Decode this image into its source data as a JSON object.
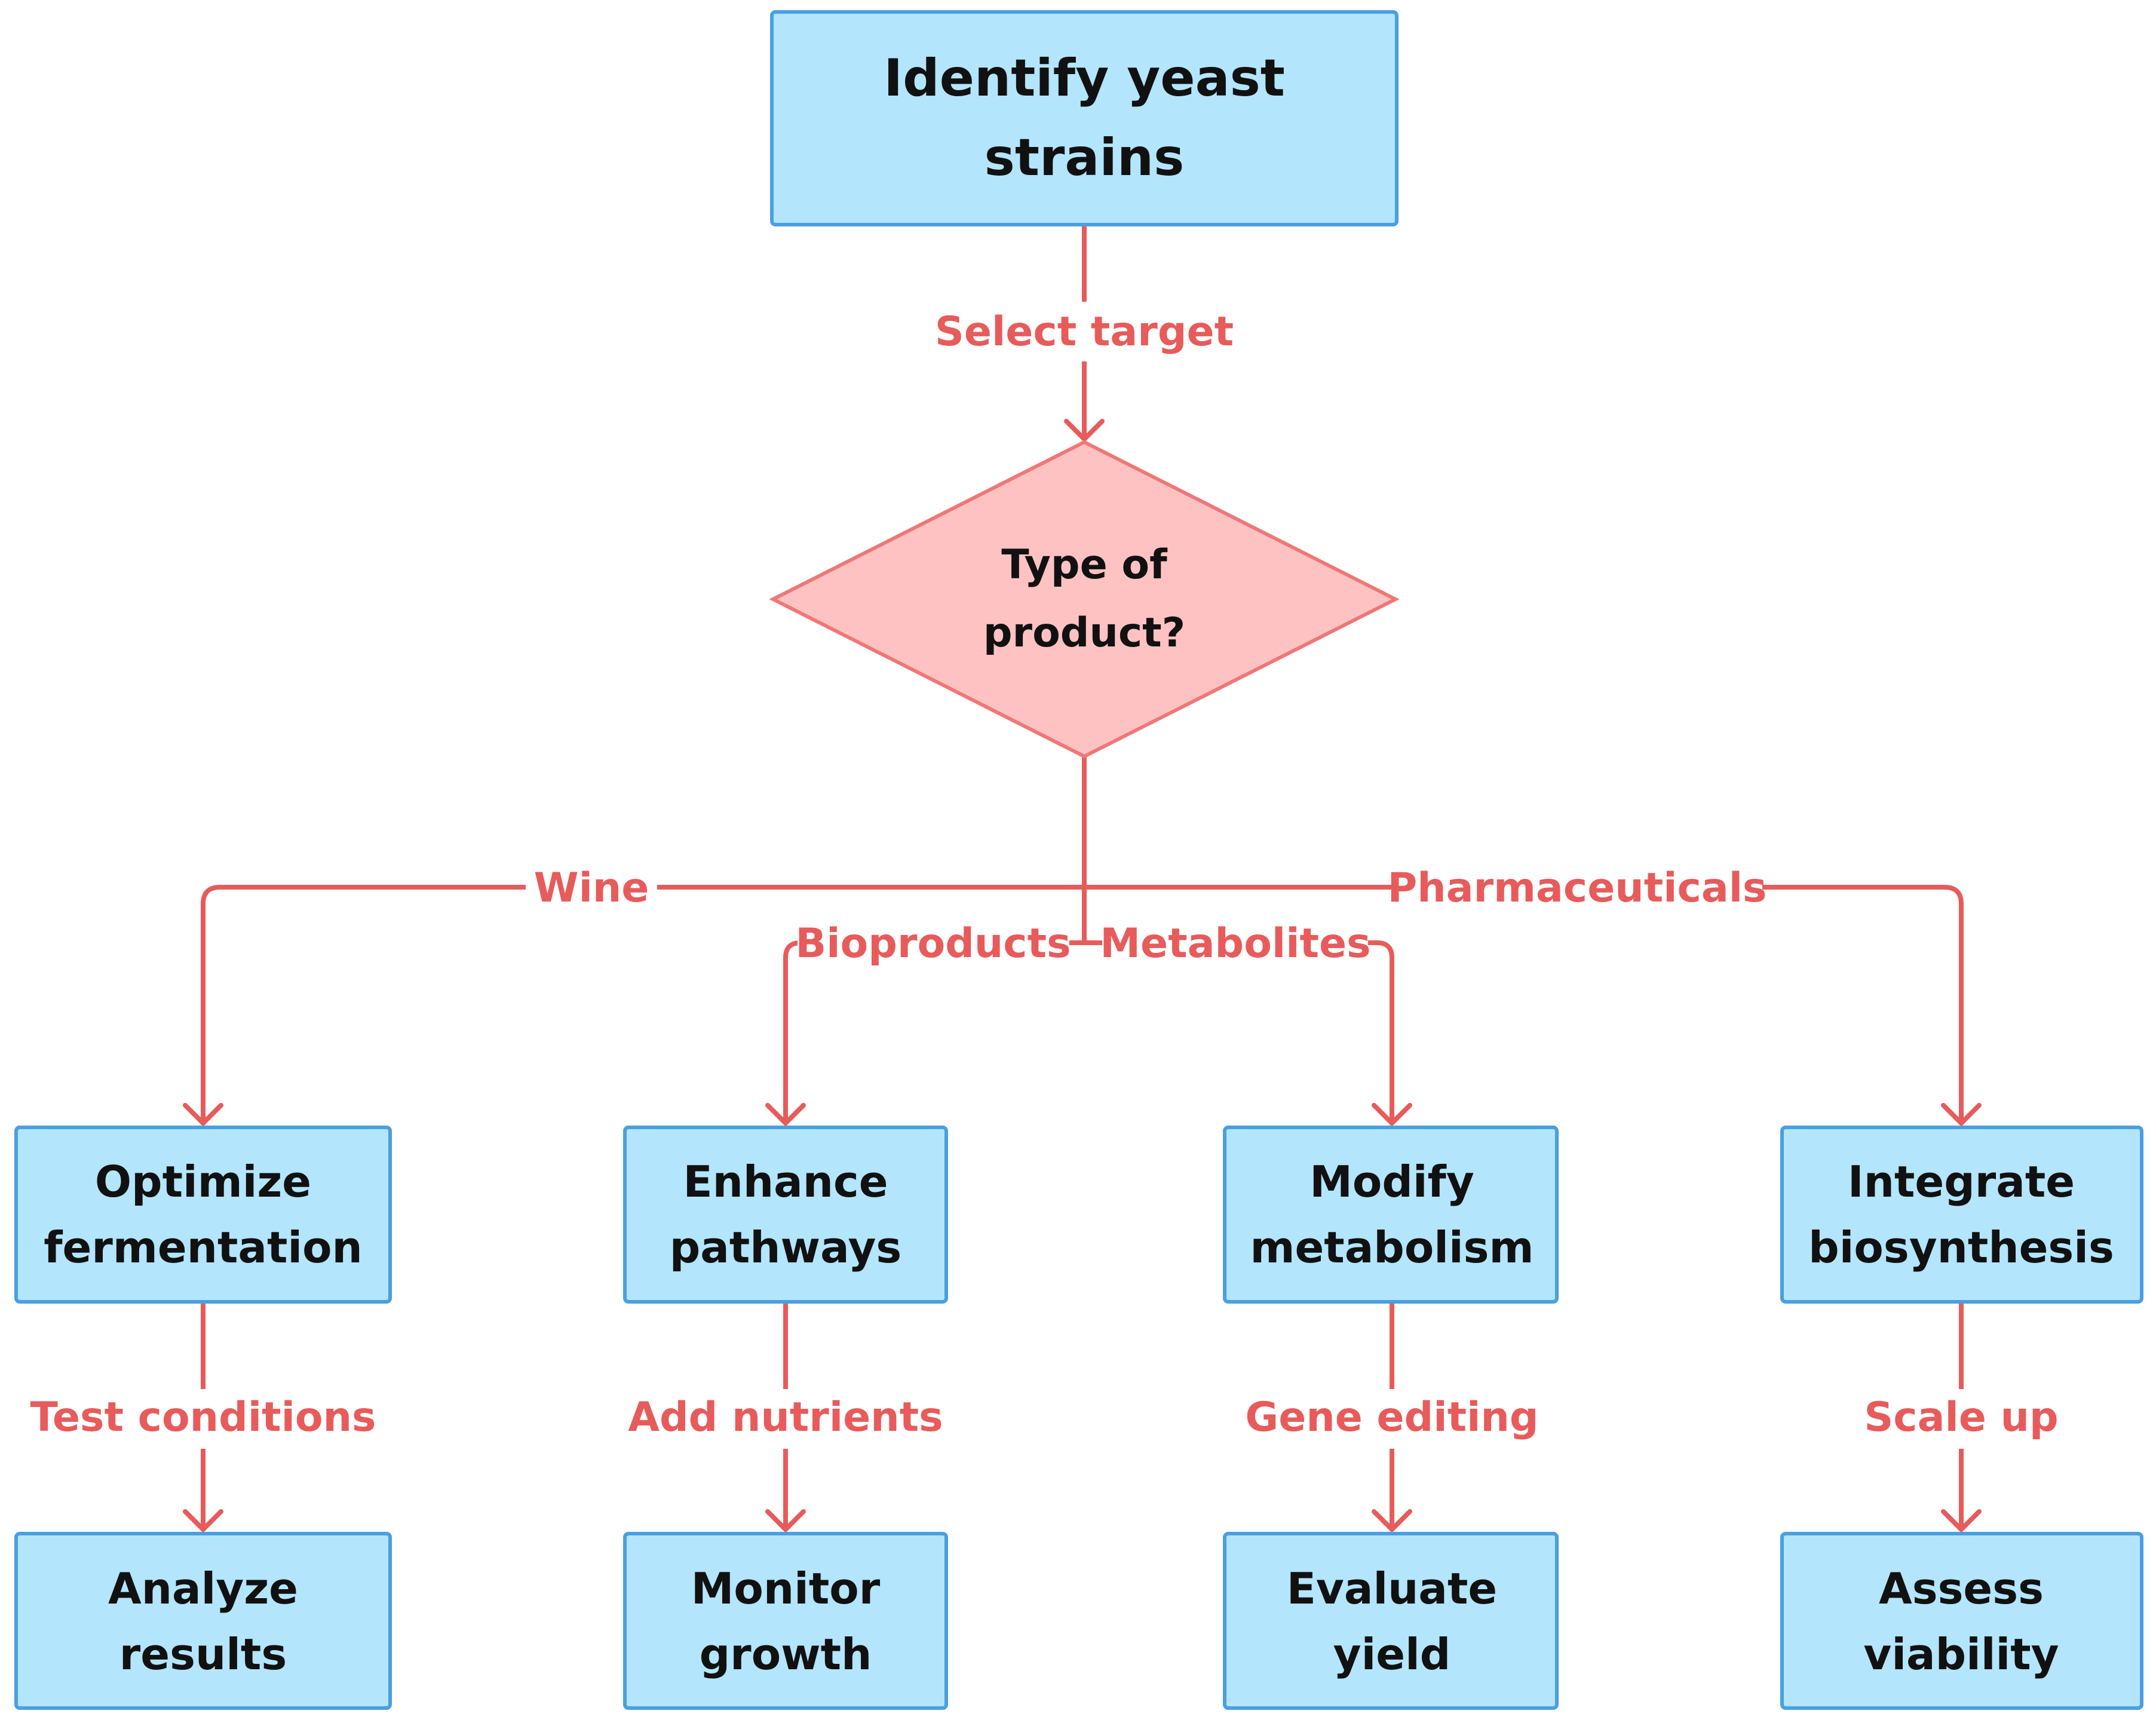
{
  "nodes": {
    "identify": {
      "line1": "Identify yeast",
      "line2": "strains"
    },
    "decision": {
      "line1": "Type of",
      "line2": "product?"
    },
    "optimize": {
      "line1": "Optimize",
      "line2": "fermentation"
    },
    "enhance": {
      "line1": "Enhance",
      "line2": "pathways"
    },
    "modify": {
      "line1": "Modify",
      "line2": "metabolism"
    },
    "integrate": {
      "line1": "Integrate",
      "line2": "biosynthesis"
    },
    "analyze": {
      "line1": "Analyze",
      "line2": "results"
    },
    "monitor": {
      "line1": "Monitor",
      "line2": "growth"
    },
    "evaluate": {
      "line1": "Evaluate",
      "line2": "yield"
    },
    "assess": {
      "line1": "Assess",
      "line2": "viability"
    }
  },
  "edges": {
    "select_target": "Select target",
    "wine": "Wine",
    "bioproducts": "Bioproducts",
    "metabolites": "Metabolites",
    "pharmaceuticals": "Pharmaceuticals",
    "test_conditions": "Test conditions",
    "add_nutrients": "Add nutrients",
    "gene_editing": "Gene editing",
    "scale_up": "Scale up"
  },
  "colors": {
    "box_fill": "#b3e5fc",
    "box_stroke": "#4a9fe0",
    "diamond_fill": "#ffc2c2",
    "diamond_stroke": "#ef7777",
    "edge": "#e85b5b"
  }
}
